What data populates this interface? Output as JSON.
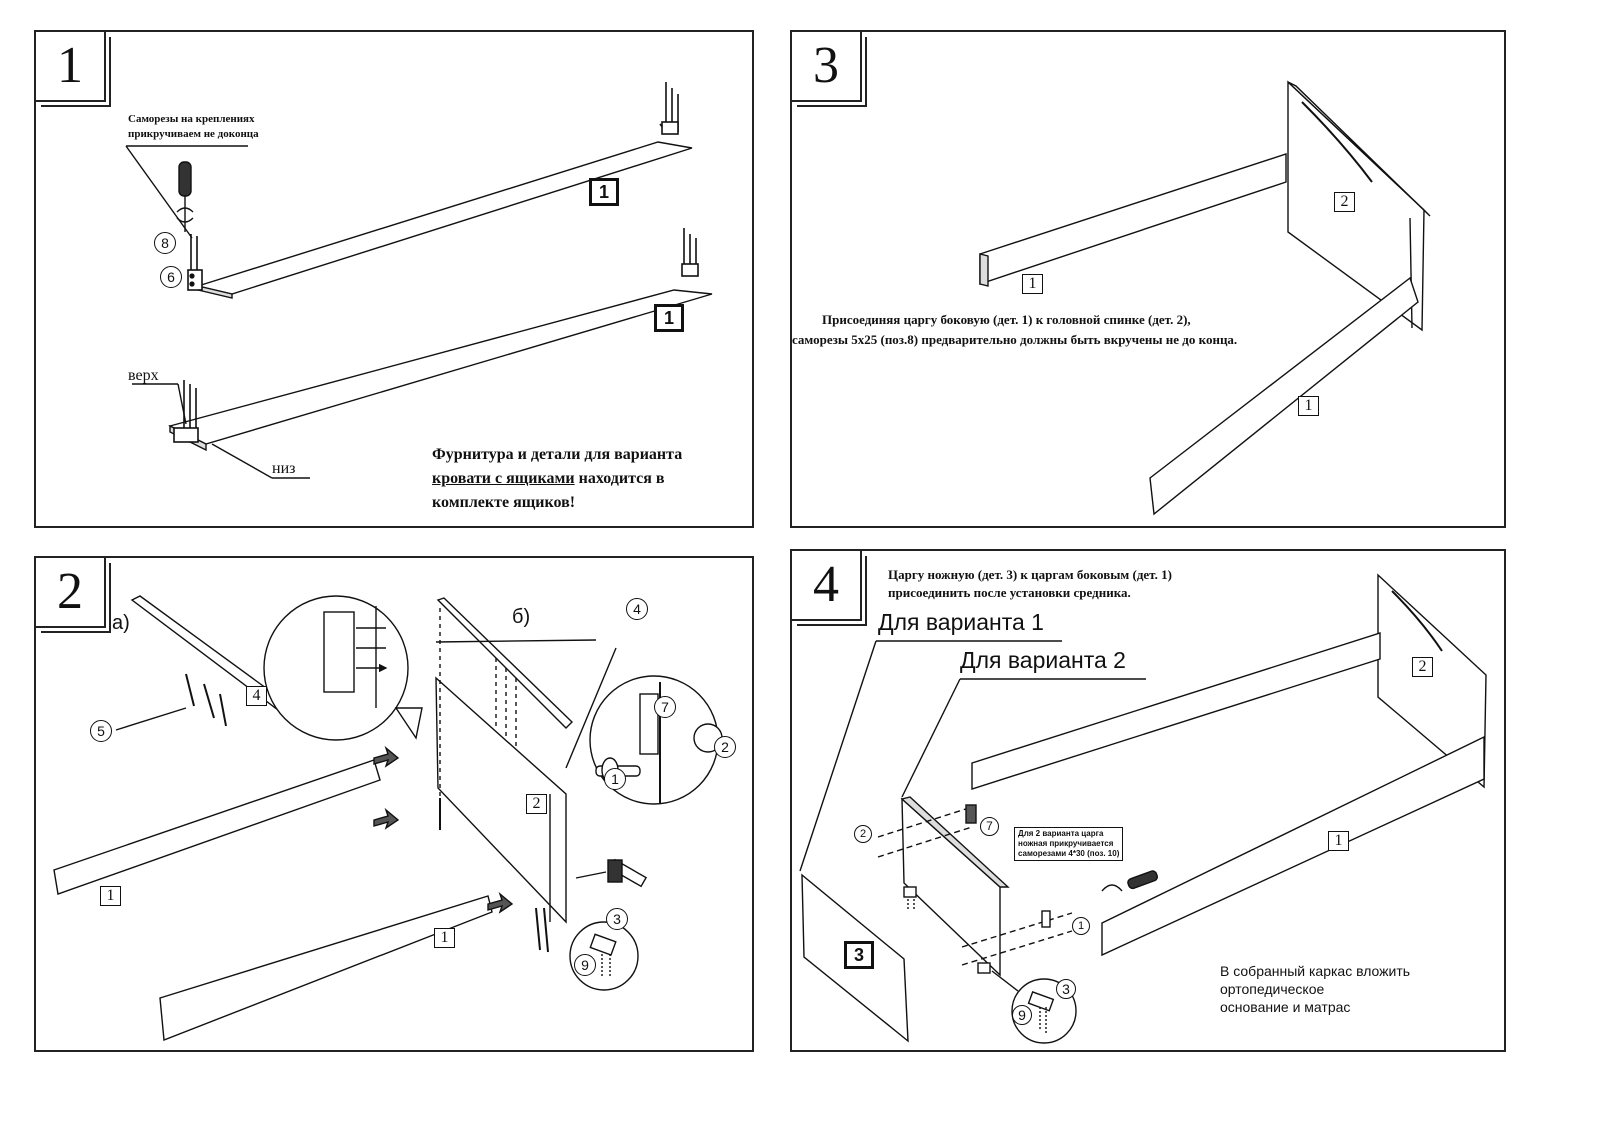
{
  "panel1": {
    "step": "1",
    "note_screws": [
      "Саморезы на креплениях",
      "прикручиваем не доконца"
    ],
    "label_top": "верх",
    "label_bottom": "низ",
    "part_a": "1",
    "part_b": "1",
    "pos_8": "8",
    "pos_6": "6",
    "note_drawers": [
      "Фурнитура и детали для варианта",
      "кровати с ящиками",
      "находится в",
      "комплекте ящиков!"
    ]
  },
  "panel2": {
    "step": "2",
    "label_a": "а)",
    "label_b": "б)",
    "part_4": "4",
    "pos_5": "5",
    "pos_4": "4",
    "pos_7": "7",
    "pos_2": "2",
    "pos_1": "1",
    "pos_3": "3",
    "pos_9": "9",
    "part_2": "2",
    "part_1a": "1",
    "part_1b": "1"
  },
  "panel3": {
    "step": "3",
    "part_2": "2",
    "part_1a": "1",
    "part_1b": "1",
    "note": [
      "Присоединяя царгу боковую (дет. 1) к головной спинке (дет. 2),",
      "саморезы 5х25 (поз.8) предварительно должны быть вкручены не до конца."
    ]
  },
  "panel4": {
    "step": "4",
    "note": [
      "Царгу ножную (дет. 3) к царгам боковым (дет. 1)",
      "присоединить после  установки средника."
    ],
    "variant1": "Для варианта 1",
    "variant2": "Для варианта 2",
    "variant2_note": [
      "Для 2 варианта царга",
      "ножная прикручивается",
      "саморезами 4*30 (поз. 10)"
    ],
    "part_2": "2",
    "part_1": "1",
    "part_3": "3",
    "pos_2": "2",
    "pos_7": "7",
    "pos_1": "1",
    "pos_3": "3",
    "pos_9": "9",
    "final_note": [
      "В собранный каркас вложить",
      "ортопедическое",
      "основание и матрас"
    ]
  }
}
